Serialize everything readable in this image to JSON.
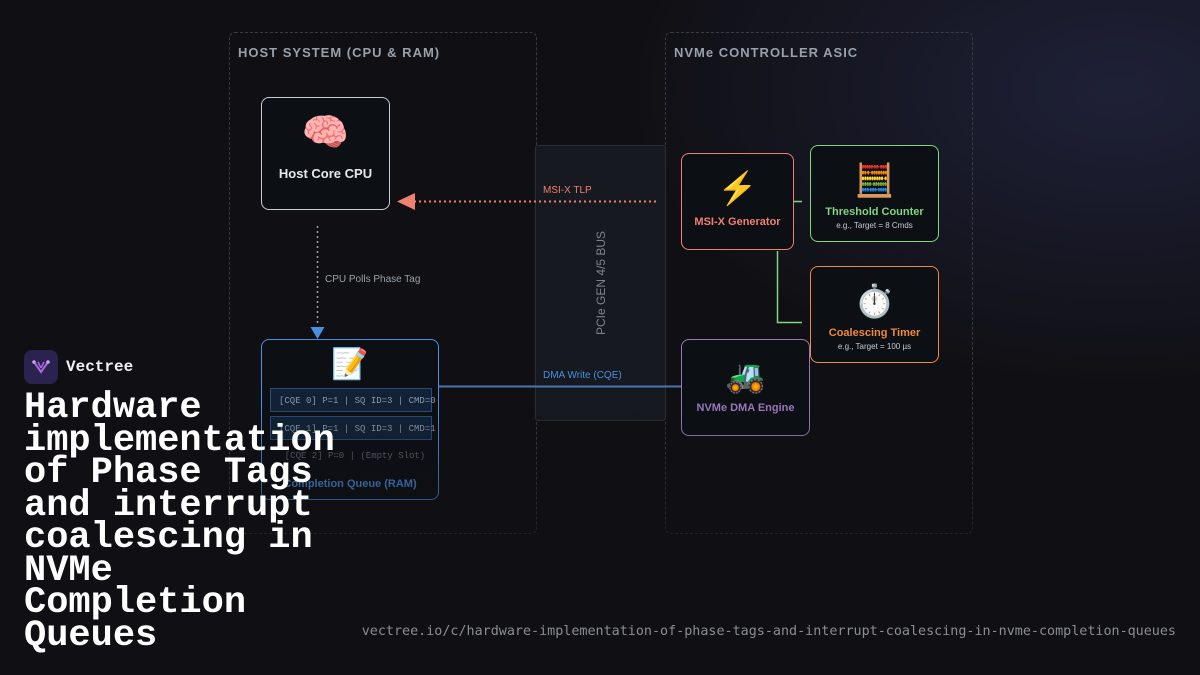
{
  "diagram": {
    "host_panel": {
      "title": "HOST SYSTEM (CPU & RAM)"
    },
    "nvme_panel": {
      "title": "NVMe CONTROLLER ASIC"
    },
    "bus": {
      "label": "PCIe GEN 4/5 BUS"
    },
    "nodes": {
      "cpu": {
        "icon": "🧠",
        "label": "Host Core CPU",
        "color": "#c7ccd4"
      },
      "cq": {
        "icon": "📝",
        "label": "Completion Queue (RAM)",
        "color": "#4b8fe0",
        "entries": [
          "[CQE 0] P=1 | SQ ID=3 | CMD=0",
          "[CQE 1] P=1 | SQ ID=3 | CMD=1",
          "[CQE 2] P=0 | (Empty Slot)"
        ]
      },
      "msix": {
        "icon": "⚡",
        "label": "MSI-X Generator",
        "color": "#f08070"
      },
      "threshold": {
        "icon": "🧮",
        "label": "Threshold Counter",
        "sub": "e.g., Target = 8 Cmds",
        "color": "#7fd67f"
      },
      "timer": {
        "icon": "⏱️",
        "label": "Coalescing Timer",
        "sub": "e.g., Target = 100 µs",
        "color": "#ee8a3c"
      },
      "dma": {
        "icon": "🚜",
        "label": "NVMe DMA Engine",
        "color": "#9a78b8"
      }
    },
    "edges": {
      "msix_tlp": {
        "label": "MSI-X TLP",
        "color": "#f08070"
      },
      "poll": {
        "label": "CPU Polls Phase Tag",
        "color": "#9aa0aa"
      },
      "dma_write": {
        "label": "DMA Write (CQE)",
        "color": "#4b8fe0"
      },
      "counter_link": {
        "color": "#7fd67f"
      }
    }
  },
  "brand": {
    "name": "Vectree",
    "logo_icon": "vectree-logo-icon",
    "logo_color": "#a86ad8"
  },
  "headline": "Hardware implementation of Phase Tags and interrupt coalescing in NVMe Completion Queues",
  "url": "vectree.io/c/hardware-implementation-of-phase-tags-and-interrupt-coalescing-in-nvme-completion-queues"
}
